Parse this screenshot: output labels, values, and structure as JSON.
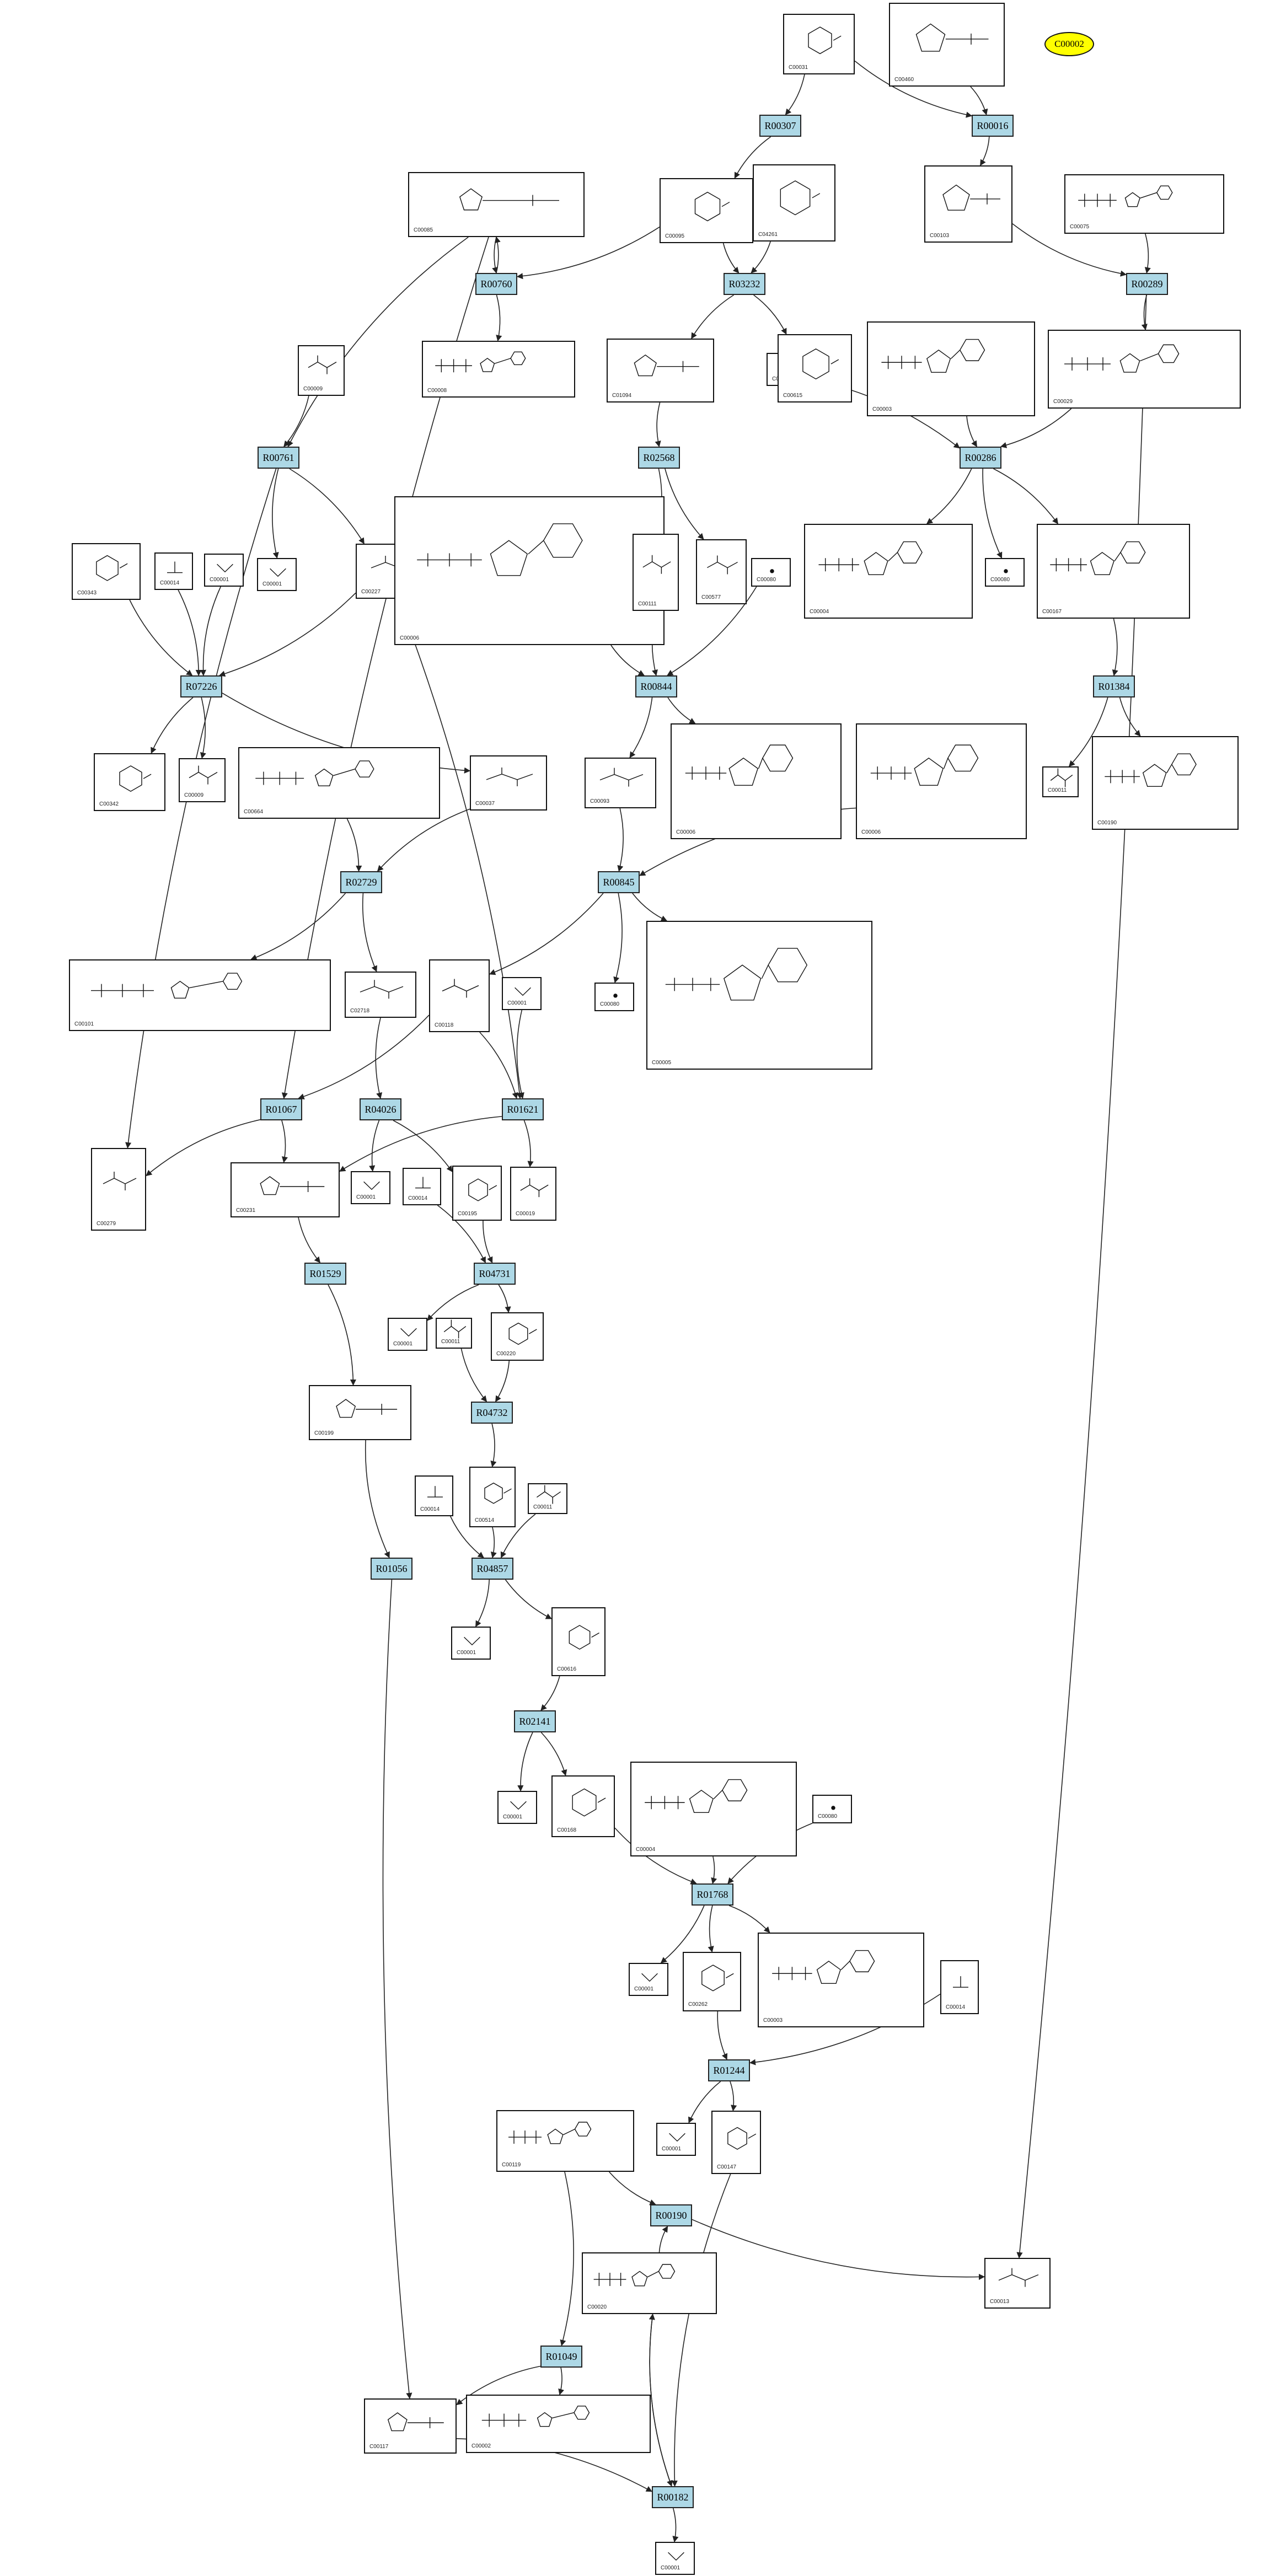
{
  "title_node": "C00002",
  "colors": {
    "reaction_fill": "#add8e6",
    "highlight_fill": "#ffff00",
    "edge": "#222222"
  },
  "reactions": [
    {
      "id": "R00307"
    },
    {
      "id": "R00016"
    },
    {
      "id": "R00760"
    },
    {
      "id": "R03232"
    },
    {
      "id": "R00289"
    },
    {
      "id": "R00761"
    },
    {
      "id": "R02568"
    },
    {
      "id": "R00286"
    },
    {
      "id": "R07226"
    },
    {
      "id": "R00844"
    },
    {
      "id": "R01384"
    },
    {
      "id": "R02729"
    },
    {
      "id": "R00845"
    },
    {
      "id": "R01067"
    },
    {
      "id": "R04026"
    },
    {
      "id": "R01621"
    },
    {
      "id": "R01529"
    },
    {
      "id": "R04731"
    },
    {
      "id": "R04732"
    },
    {
      "id": "R01056"
    },
    {
      "id": "R04857"
    },
    {
      "id": "R02141"
    },
    {
      "id": "R01768"
    },
    {
      "id": "R01244"
    },
    {
      "id": "R00190"
    },
    {
      "id": "R01049"
    },
    {
      "id": "R00182"
    }
  ],
  "compounds": [
    {
      "key": "c0031",
      "id": "C00031",
      "glyph": "ring-small"
    },
    {
      "key": "c0460",
      "id": "C00460",
      "glyph": "ring-phosphate"
    },
    {
      "key": "c0103",
      "id": "C00103",
      "glyph": "ring-phosphate"
    },
    {
      "key": "c0075",
      "id": "C00075",
      "glyph": "nucleotide"
    },
    {
      "key": "c0002",
      "id": "C00002",
      "glyph": "nucleotide"
    },
    {
      "key": "c0095",
      "id": "C00095",
      "glyph": "ring-small"
    },
    {
      "key": "c4261",
      "id": "C04261",
      "glyph": "ring-small"
    },
    {
      "key": "c0085",
      "id": "C00085",
      "glyph": "ring-phosphate"
    },
    {
      "key": "c0009a",
      "id": "C00009",
      "glyph": "small"
    },
    {
      "key": "c0008",
      "id": "C00008",
      "glyph": "nucleotide"
    },
    {
      "key": "c1094",
      "id": "C01094",
      "glyph": "ring-phosphate"
    },
    {
      "key": "c0001a",
      "id": "C00001",
      "glyph": "water"
    },
    {
      "key": "c0615",
      "id": "C00615",
      "glyph": "ring-small"
    },
    {
      "key": "c0003a",
      "id": "C00003",
      "glyph": "nucleotide"
    },
    {
      "key": "c0029",
      "id": "C00029",
      "glyph": "nucleotide"
    },
    {
      "key": "c00343",
      "id": "C00343",
      "glyph": "ring-small"
    },
    {
      "key": "c0014a",
      "id": "C00014",
      "glyph": "ammonia"
    },
    {
      "key": "c0001b",
      "id": "C00001",
      "glyph": "water"
    },
    {
      "key": "c0001c",
      "id": "C00001",
      "glyph": "water"
    },
    {
      "key": "c0227",
      "id": "C00227",
      "glyph": "small"
    },
    {
      "key": "c0006a",
      "id": "C00006",
      "glyph": "nucleotide"
    },
    {
      "key": "c0111",
      "id": "C00111",
      "glyph": "small"
    },
    {
      "key": "c0577",
      "id": "C00577",
      "glyph": "small"
    },
    {
      "key": "c0080a",
      "id": "C00080",
      "glyph": "proton"
    },
    {
      "key": "c0004a",
      "id": "C00004",
      "glyph": "nucleotide"
    },
    {
      "key": "c0080b",
      "id": "C00080",
      "glyph": "proton"
    },
    {
      "key": "c0167",
      "id": "C00167",
      "glyph": "nucleotide"
    },
    {
      "key": "c0342",
      "id": "C00342",
      "glyph": "ring-small"
    },
    {
      "key": "c0009b",
      "id": "C00009",
      "glyph": "small"
    },
    {
      "key": "c0664",
      "id": "C00664",
      "glyph": "nucleotide"
    },
    {
      "key": "c0037",
      "id": "C00037",
      "glyph": "small"
    },
    {
      "key": "c0093",
      "id": "C00093",
      "glyph": "small"
    },
    {
      "key": "c0006b",
      "id": "C00006",
      "glyph": "nucleotide"
    },
    {
      "key": "c0006c",
      "id": "C00006",
      "glyph": "nucleotide"
    },
    {
      "key": "c0011a",
      "id": "C00011",
      "glyph": "small"
    },
    {
      "key": "c0190",
      "id": "C00190",
      "glyph": "nucleotide"
    },
    {
      "key": "c0101",
      "id": "C00101",
      "glyph": "nucleotide"
    },
    {
      "key": "c2718",
      "id": "C02718",
      "glyph": "small"
    },
    {
      "key": "c0118",
      "id": "C00118",
      "glyph": "small"
    },
    {
      "key": "c0001d",
      "id": "C00001",
      "glyph": "water"
    },
    {
      "key": "c0080c",
      "id": "C00080",
      "glyph": "proton"
    },
    {
      "key": "c0005",
      "id": "C00005",
      "glyph": "nucleotide"
    },
    {
      "key": "c0279",
      "id": "C00279",
      "glyph": "small"
    },
    {
      "key": "c0231",
      "id": "C00231",
      "glyph": "ring-phosphate"
    },
    {
      "key": "c0001e",
      "id": "C00001",
      "glyph": "water"
    },
    {
      "key": "c0014b",
      "id": "C00014",
      "glyph": "ammonia"
    },
    {
      "key": "c0195",
      "id": "C00195",
      "glyph": "ring-small"
    },
    {
      "key": "c0019",
      "id": "C00019",
      "glyph": "small"
    },
    {
      "key": "c0001f",
      "id": "C00001",
      "glyph": "water"
    },
    {
      "key": "c0011b",
      "id": "C00011",
      "glyph": "small"
    },
    {
      "key": "c0220",
      "id": "C00220",
      "glyph": "ring-small"
    },
    {
      "key": "c0199",
      "id": "C00199",
      "glyph": "ring-phosphate"
    },
    {
      "key": "c0514",
      "id": "C00514",
      "glyph": "ring-small"
    },
    {
      "key": "c0014c",
      "id": "C00014",
      "glyph": "ammonia"
    },
    {
      "key": "c0011c",
      "id": "C00011",
      "glyph": "small"
    },
    {
      "key": "c0001g",
      "id": "C00001",
      "glyph": "water"
    },
    {
      "key": "c0616",
      "id": "C00616",
      "glyph": "ring-small"
    },
    {
      "key": "c0001h",
      "id": "C00001",
      "glyph": "water"
    },
    {
      "key": "c0168",
      "id": "C00168",
      "glyph": "ring-small"
    },
    {
      "key": "c0004b",
      "id": "C00004",
      "glyph": "nucleotide"
    },
    {
      "key": "c0080d",
      "id": "C00080",
      "glyph": "proton"
    },
    {
      "key": "c0001i",
      "id": "C00001",
      "glyph": "water"
    },
    {
      "key": "c0262",
      "id": "C00262",
      "glyph": "ring-small"
    },
    {
      "key": "c0003b",
      "id": "C00003",
      "glyph": "nucleotide"
    },
    {
      "key": "c0014d",
      "id": "C00014",
      "glyph": "ammonia"
    },
    {
      "key": "c0001j",
      "id": "C00001",
      "glyph": "water"
    },
    {
      "key": "c0147",
      "id": "C00147",
      "glyph": "ring-small"
    },
    {
      "key": "c0119",
      "id": "C00119",
      "glyph": "nucleotide"
    },
    {
      "key": "c0020",
      "id": "C00020",
      "glyph": "nucleotide"
    },
    {
      "key": "c0013",
      "id": "C00013",
      "glyph": "small"
    },
    {
      "key": "c0117",
      "id": "C00117",
      "glyph": "ring-phosphate"
    },
    {
      "key": "c0002b",
      "id": "C00002",
      "glyph": "nucleotide"
    },
    {
      "key": "c0001k",
      "id": "C00001",
      "glyph": "water"
    }
  ]
}
